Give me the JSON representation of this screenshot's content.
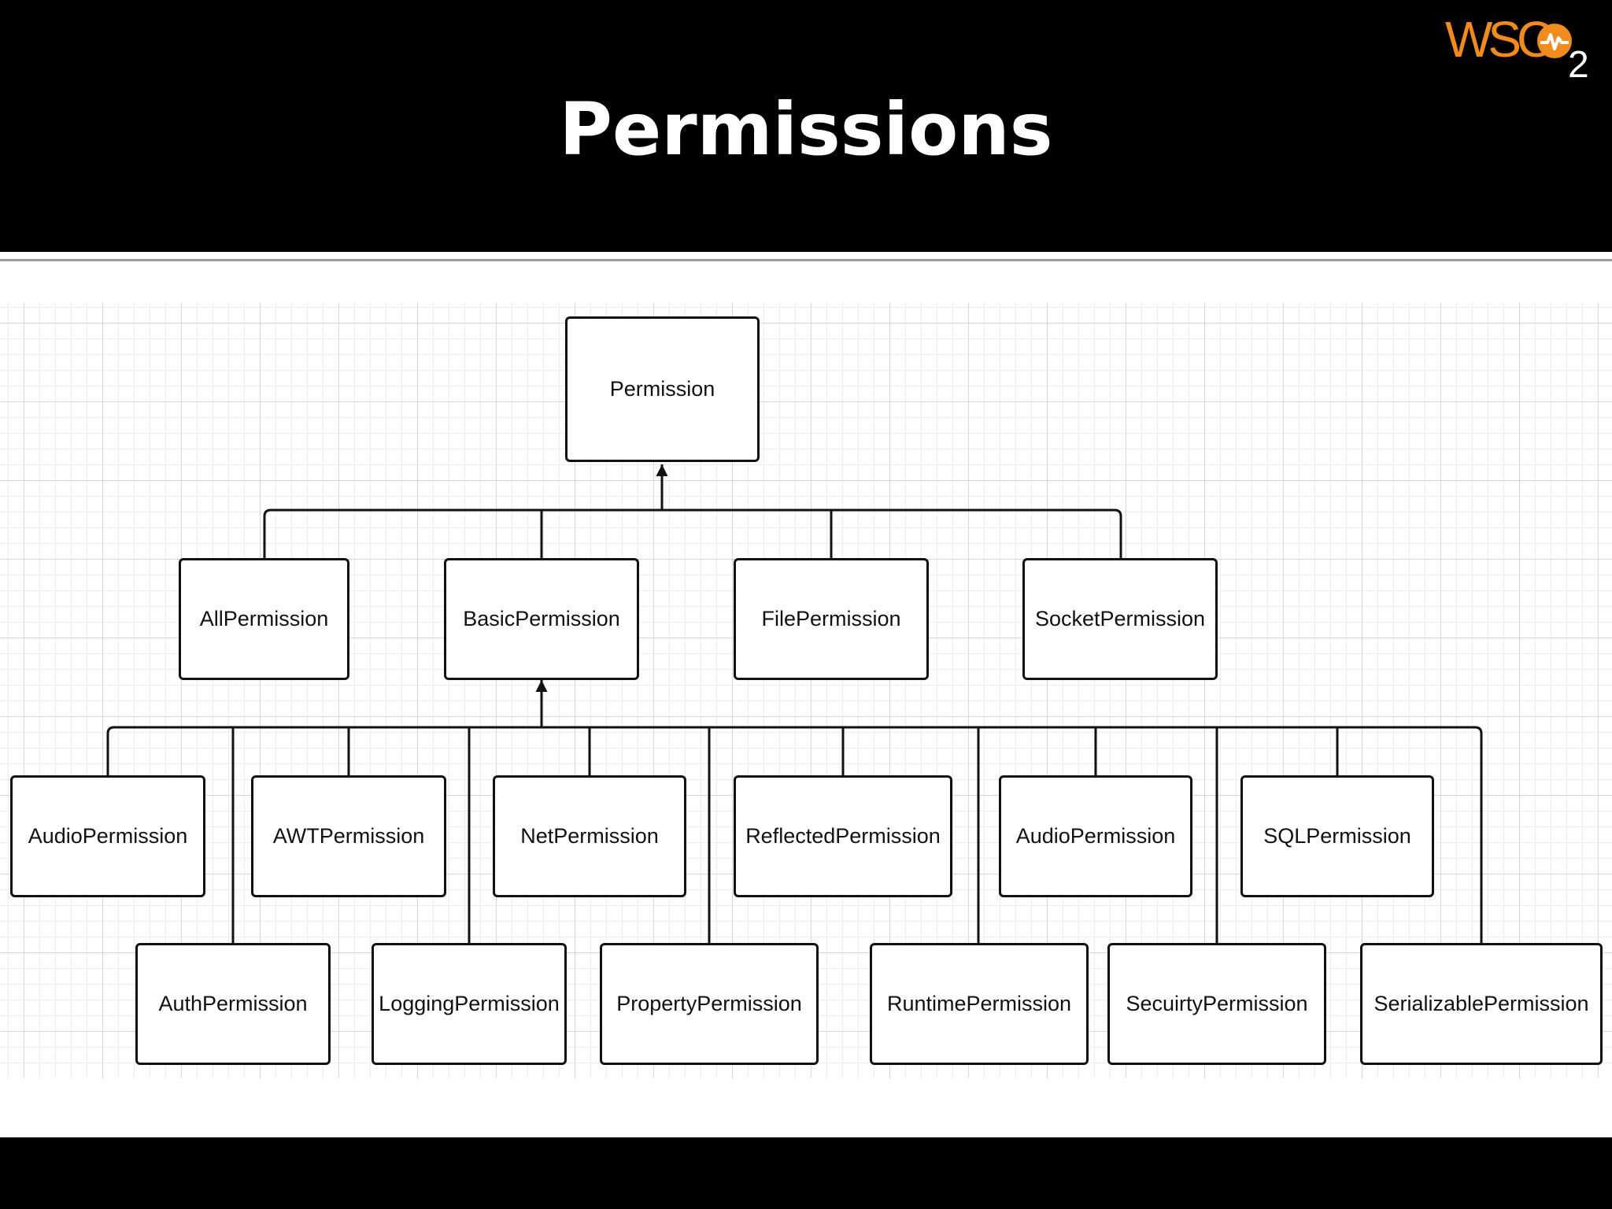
{
  "slide": {
    "title": "Permissions",
    "logo": {
      "text": "WSO",
      "subscript": "2",
      "color": "#f28b1e"
    }
  },
  "diagram": {
    "root": {
      "label": "Permission"
    },
    "level1": [
      {
        "label": "AllPermission"
      },
      {
        "label": "BasicPermission"
      },
      {
        "label": "FilePermission"
      },
      {
        "label": "SocketPermission"
      }
    ],
    "level2_upper": [
      {
        "label": "AudioPermission"
      },
      {
        "label": "AWTPermission"
      },
      {
        "label": "NetPermission"
      },
      {
        "label": "ReflectedPermission"
      },
      {
        "label": "AudioPermission"
      },
      {
        "label": "SQLPermission"
      }
    ],
    "level2_lower": [
      {
        "label": "AuthPermission"
      },
      {
        "label": "LoggingPermission"
      },
      {
        "label": "PropertyPermission"
      },
      {
        "label": "RuntimePermission"
      },
      {
        "label": "SecuirtyPermission"
      },
      {
        "label": "SerializablePermission"
      }
    ]
  }
}
